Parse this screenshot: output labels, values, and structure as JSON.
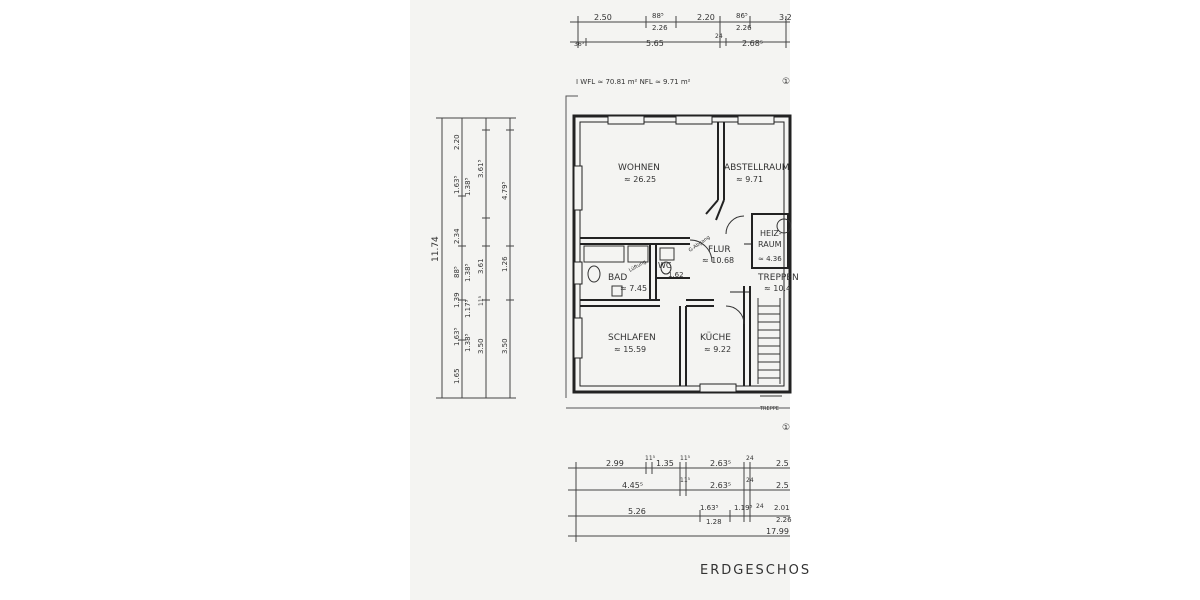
{
  "plan": {
    "header_area": "I  WFL ≈ 70.81 m²  NFL ≈ 9.71 m²",
    "axis_marker": "①",
    "title": "ERDGESCHOS",
    "rooms": [
      {
        "key": "wohnen",
        "name": "WOHNEN",
        "area": "≈ 26.25"
      },
      {
        "key": "abstellraum",
        "name": "ABSTELLRAUM",
        "area": "≈ 9.71"
      },
      {
        "key": "heizraum_1",
        "name": "HEIZ-",
        "area": ""
      },
      {
        "key": "heizraum_2",
        "name": "RAUM",
        "area": "≈ 4.36"
      },
      {
        "key": "flur",
        "name": "FLUR",
        "area": "≈ 10.68"
      },
      {
        "key": "bad",
        "name": "BAD",
        "area": "≈ 7.45"
      },
      {
        "key": "wc",
        "name": "WC",
        "area": "1.62"
      },
      {
        "key": "treppen",
        "name": "TREPPEN",
        "area": "≈ 10.4"
      },
      {
        "key": "schlafen",
        "name": "SCHLAFEN",
        "area": "≈ 15.59"
      },
      {
        "key": "kuche",
        "name": "KÜCHE",
        "area": "≈ 9.22"
      }
    ],
    "misc_labels": {
      "stairs_note": "TREPPE",
      "door_note": "G-Abgang",
      "bad_note": "Lüftung"
    },
    "dims_top_row1": [
      "2.50",
      "88⁵",
      "2.20",
      "86⁵",
      "3.2"
    ],
    "dims_top_row1_sub": [
      "2.26",
      "2.26"
    ],
    "dims_top_row2": [
      "5.65",
      "24",
      "2.68⁵"
    ],
    "dims_top_row2_left": "36⁵",
    "dims_left_outer": "11.74",
    "dims_left_col1": [
      "2.20",
      "1.63⁵",
      "2.34",
      "88⁵",
      "1.39",
      "1.63⁵",
      "1.65"
    ],
    "dims_left_col2": [
      "1.38⁵",
      "1.38⁵",
      "1.17⁵",
      "1.38⁵"
    ],
    "dims_left_col3": [
      "3.61⁵",
      "3.61",
      "3.50",
      "11⁵"
    ],
    "dims_left_col4": [
      "4.79⁵",
      "1.26",
      "3.50"
    ],
    "dims_bottom_row1": [
      "2.99",
      "11⁵",
      "1.35",
      "11⁵",
      "2.63⁵",
      "24",
      "2.5"
    ],
    "dims_bottom_row2": [
      "4.45⁵",
      "11⁵",
      "2.63⁵",
      "24",
      "2.5"
    ],
    "dims_bottom_row3": [
      "5.26",
      "1.63⁵",
      "1.19⁵",
      "24",
      "2.01",
      "1.28",
      "2.26"
    ],
    "dims_bottom_row4": [
      "17.99"
    ]
  }
}
